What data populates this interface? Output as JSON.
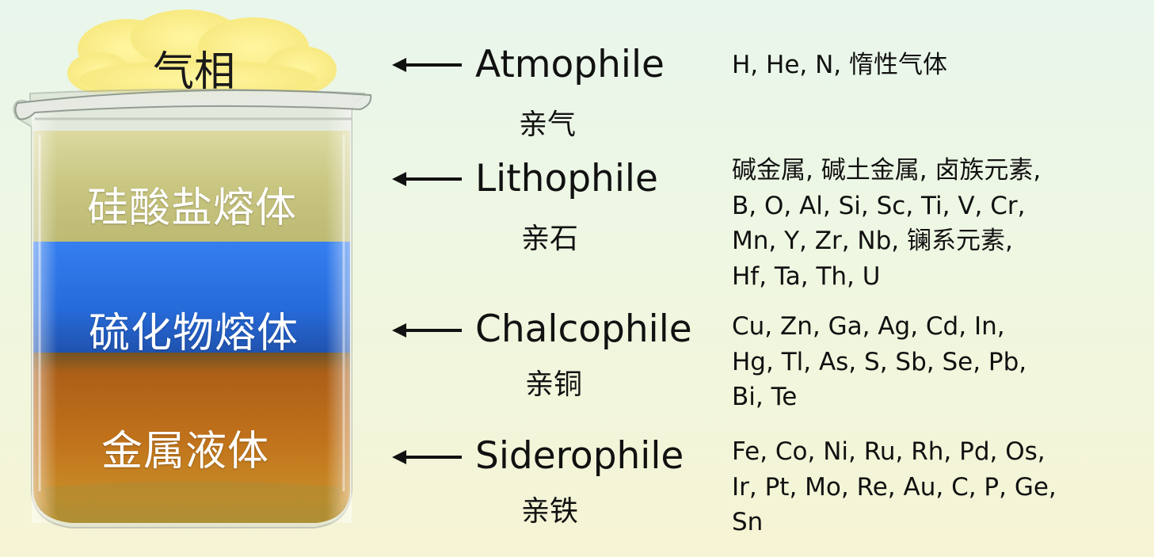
{
  "beaker": {
    "gas_phase": "气相",
    "layers": {
      "silicate": "硅酸盐熔体",
      "sulfide": "硫化物熔体",
      "metal": "金属液体"
    }
  },
  "classes": [
    {
      "name": "Atmophile",
      "name_cn": "亲气",
      "elements": [
        "H, He, N, 惰性气体"
      ]
    },
    {
      "name": "Lithophile",
      "name_cn": "亲石",
      "elements": [
        "碱金属, 碱土金属, 卤族元素,",
        "B, O, Al, Si, Sc, Ti, V, Cr,",
        "Mn, Y, Zr, Nb, 镧系元素,",
        "Hf, Ta, Th, U"
      ]
    },
    {
      "name": "Chalcophile",
      "name_cn": "亲铜",
      "elements": [
        "Cu, Zn, Ga, Ag, Cd, In,",
        "Hg, Tl, As, S, Sb, Se, Pb,",
        "Bi, Te"
      ]
    },
    {
      "name": "Siderophile",
      "name_cn": "亲铁",
      "elements": [
        "Fe, Co, Ni, Ru, Rh, Pd, Os,",
        "Ir, Pt, Mo, Re, Au, C, P, Ge,",
        "Sn"
      ]
    }
  ],
  "colors": {
    "gas_cloud": "#f8ee8a",
    "silicate_layer": "#c9c778",
    "sulfide_layer": "#1f6fe6",
    "metal_layer": "#b8620a",
    "text": "#111111"
  }
}
